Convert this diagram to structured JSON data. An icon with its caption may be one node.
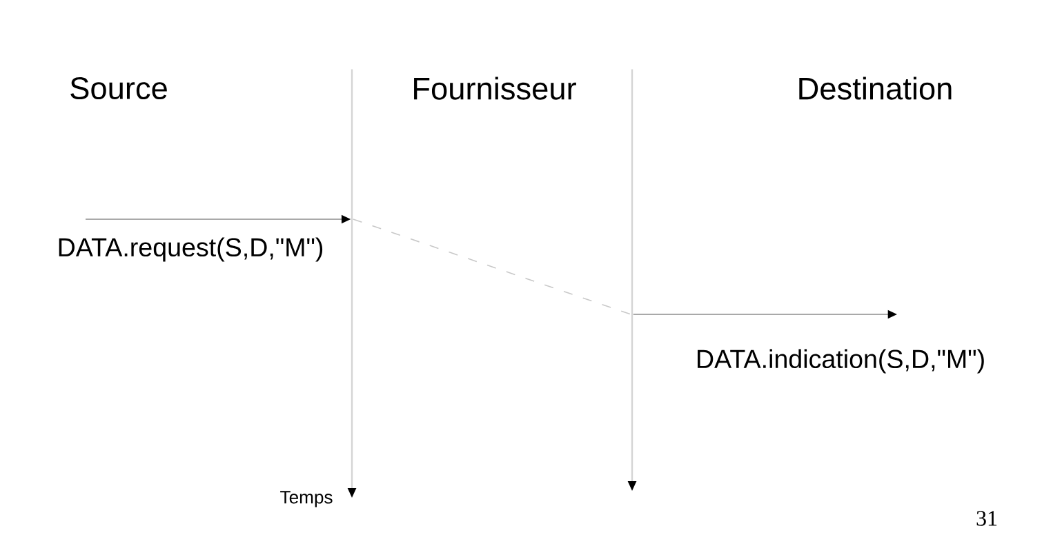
{
  "diagram": {
    "nodes": [
      {
        "text": [],
        "shape": "bar"
      },
      {
        "text": [],
        "shape": "bar"
      }
    ],
    "edges": [
      {
        "from": null,
        "to": 0,
        "arrow": "to",
        "label": "DATA.request(S,D,\"M\")"
      },
      {
        "from": 0,
        "to": 1,
        "arrow": "none",
        "style": "dashed",
        "color": "#c8c8c8"
      },
      {
        "from": 1,
        "to": null,
        "arrow": "to",
        "label": "DATA.indication(S,D,\"M\")"
      }
    ],
    "labels": [
      "Source",
      "Fournisseur",
      "Destination",
      "Temps",
      "31"
    ]
  }
}
